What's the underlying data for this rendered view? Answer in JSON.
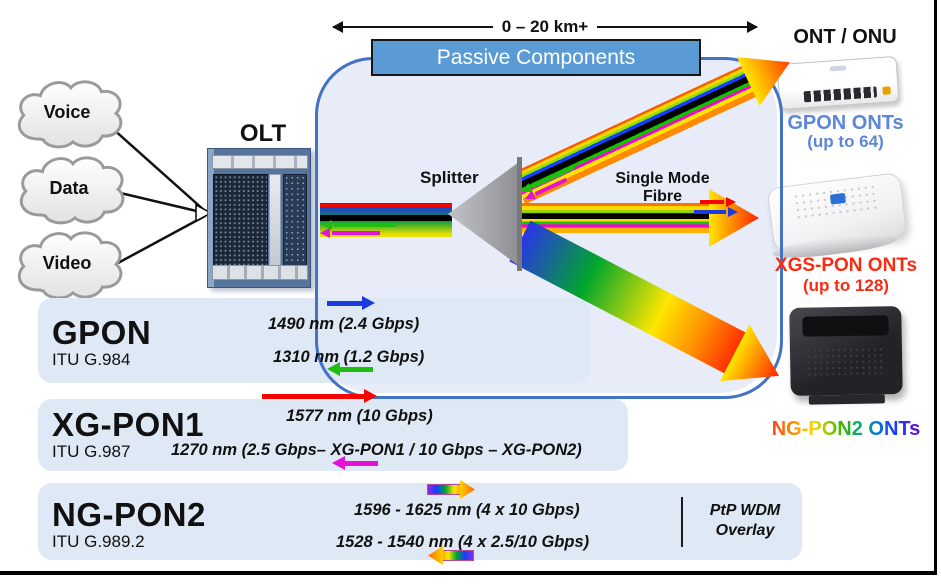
{
  "top": {
    "distance_label": "0 – 20 km+",
    "passive_components_label": "Passive Components"
  },
  "clouds": [
    {
      "label": "Voice"
    },
    {
      "label": "Data"
    },
    {
      "label": "Video"
    }
  ],
  "olt_label": "OLT",
  "splitter_label": "Splitter",
  "fibre_label": {
    "line1": "Single Mode",
    "line2": "Fibre"
  },
  "ont_column": {
    "header": "ONT / ONU",
    "items": [
      {
        "name": "GPON ONTs",
        "capacity": "(up to 64)",
        "color": "#5b87d8"
      },
      {
        "name": "XGS-PON ONTs",
        "capacity": "(up to 128)",
        "color": "#f92c12"
      },
      {
        "name": "NG-PON2 ONTs",
        "color": "rainbow-gradient"
      }
    ]
  },
  "standards": [
    {
      "name": "GPON",
      "itu": "ITU G.984",
      "down": {
        "text": "1490 nm (2.4 Gbps)",
        "arrow_color": "#1b3bdf",
        "direction": "right"
      },
      "up": {
        "text": "1310 nm (1.2 Gbps)",
        "arrow_color": "#1fbe12",
        "direction": "left"
      }
    },
    {
      "name": "XG-PON1",
      "itu": "ITU G.987",
      "down": {
        "text": "1577 nm (10 Gbps)",
        "arrow_color": "#f70400",
        "direction": "right"
      },
      "up": {
        "text": "1270 nm (2.5 Gbps– XG-PON1 / 10 Gbps – XG-PON2)",
        "arrow_color": "#e312d6",
        "direction": "left"
      }
    },
    {
      "name": "NG-PON2",
      "itu": "ITU G.989.2",
      "down": {
        "text": "1596 - 1625 nm (4 x 10 Gbps)",
        "arrow_color": "rainbow",
        "direction": "right"
      },
      "up": {
        "text": "1528 - 1540 nm (4 x 2.5/10 Gbps)",
        "arrow_color": "rainbow",
        "direction": "left"
      }
    }
  ],
  "overlay": {
    "line1": "PtP WDM",
    "line2": "Overlay"
  },
  "palette": {
    "passive_header_fill": "#5b9bd5",
    "zone_border": "#4472c4",
    "zone_fill": "#e8ecf8",
    "panel_fill": "#dfe8f5",
    "gpon_text": "#5b87d8",
    "xgs_text": "#f92c12"
  }
}
